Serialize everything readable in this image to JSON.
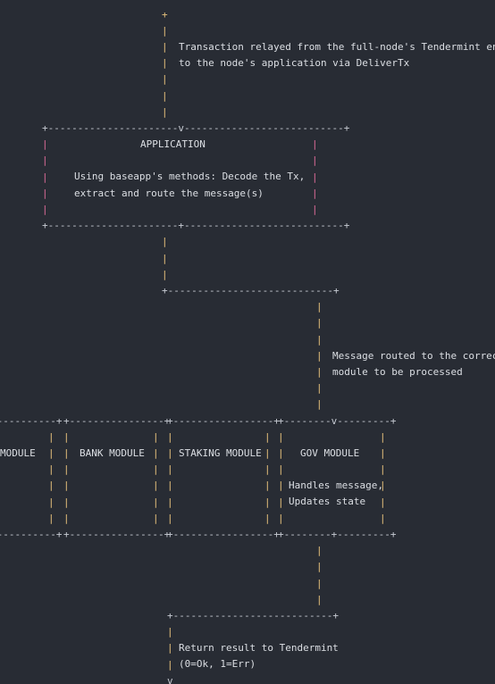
{
  "diagram": {
    "colors": {
      "background": "#282c34",
      "connector": "#e5c07b",
      "application_edge": "#e06c9a",
      "text": "#dcdfe4",
      "border": "#c8ccd4"
    },
    "top_annotation": {
      "lines": [
        "Transaction relayed from the full-node's Tendermint engine",
        "to the node's application via DeliverTx"
      ]
    },
    "application": {
      "title": "APPLICATION",
      "description": [
        "Using baseapp's methods: Decode the Tx,",
        "extract and route the message(s)"
      ]
    },
    "routing_annotation": {
      "lines": [
        "Message routed to the correct",
        "module to be processed"
      ]
    },
    "modules": [
      {
        "label": "MODULE",
        "description": []
      },
      {
        "label": "BANK MODULE",
        "description": []
      },
      {
        "label": "STAKING MODULE",
        "description": []
      },
      {
        "label": "GOV MODULE",
        "description": [
          "Handles message,",
          "Updates state"
        ]
      }
    ],
    "result": {
      "lines": [
        "Return result to Tendermint",
        "(0=Ok, 1=Err)"
      ]
    }
  }
}
